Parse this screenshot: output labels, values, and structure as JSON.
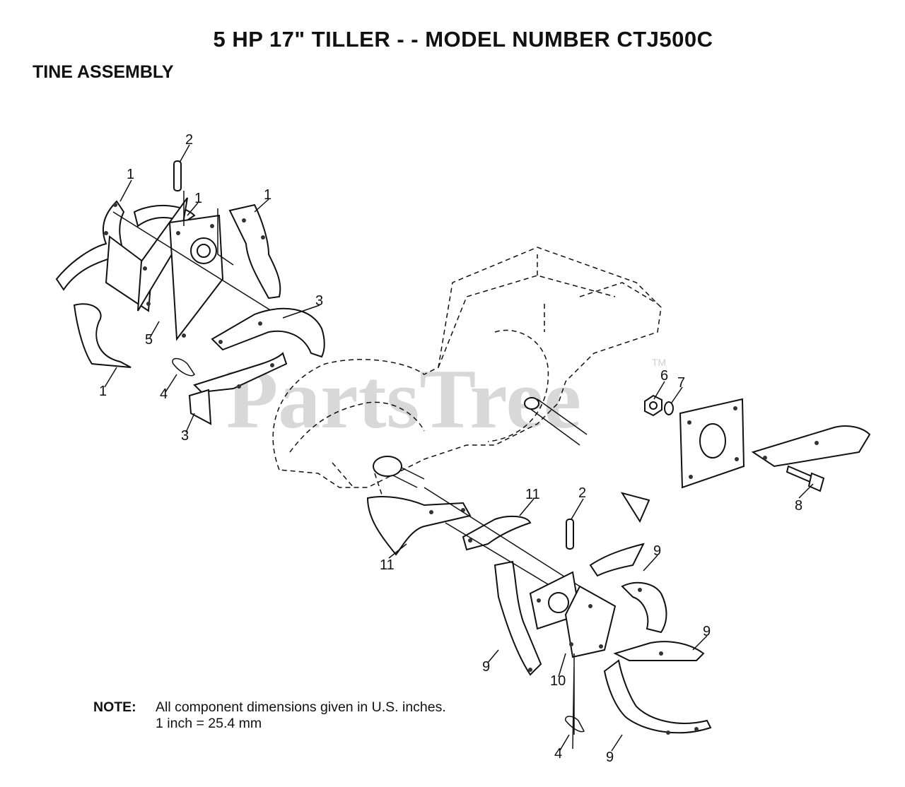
{
  "title": "5 HP 17\" TILLER - - MODEL NUMBER CTJ500C",
  "section": "TINE ASSEMBLY",
  "watermark": "PartsTree",
  "trademark": "TM",
  "note": {
    "label": "NOTE:",
    "line1": "All component dimensions given in U.S. inches.",
    "line2": "1 inch = 25.4 mm"
  },
  "callouts": {
    "c1a": "1",
    "c1b": "1",
    "c1c": "1",
    "c1d": "1",
    "c2a": "2",
    "c2b": "2",
    "c3a": "3",
    "c3b": "3",
    "c4a": "4",
    "c4b": "4",
    "c5": "5",
    "c6": "6",
    "c7": "7",
    "c8": "8",
    "c9a": "9",
    "c9b": "9",
    "c9c": "9",
    "c9d": "9",
    "c10": "10",
    "c11a": "11",
    "c11b": "11"
  }
}
